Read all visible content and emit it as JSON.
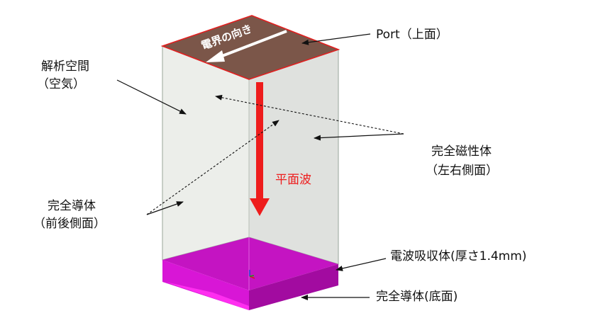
{
  "labels": {
    "efield_direction": "電界の向き",
    "port_top": "Port（上面）",
    "analysis_space_line1": "解析空間",
    "analysis_space_line2": "（空気）",
    "plane_wave": "平面波",
    "pmc_line1": "完全磁性体",
    "pmc_line2": "（左右側面）",
    "pec_side_line1": "完全導体",
    "pec_side_line2": "（前後側面）",
    "absorber": "電波吸収体(厚さ1.4mm)",
    "pec_bottom": "完全導体(底面)"
  },
  "colors": {
    "port_face": "#7b5649",
    "port_edge": "#e02020",
    "front_face": "#eceeea",
    "right_face": "#dfe1de",
    "edge": "#9aa59a",
    "absorber_front": "#d816d6",
    "absorber_right": "#a20ba0",
    "absorber_top": "#c414c2",
    "absorber_bottom_face": "#ff2ef0",
    "wave_arrow": "#ee1c1c"
  }
}
